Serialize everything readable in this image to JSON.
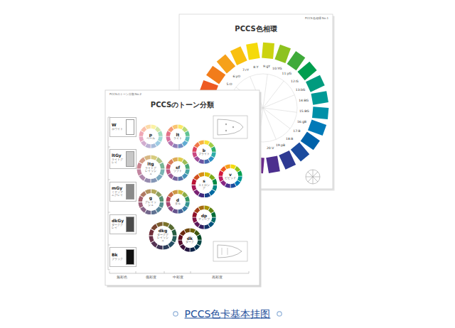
{
  "diagram": {
    "caption": "PCCS色卡基本挂图",
    "nodes": [
      {
        "text": [
          "PCCS色相環",
          "PCCS色相環 No.1"
        ]
      },
      {
        "text": [
          "PCCSのトーン分類",
          "PCCSのトーン分類 No.2"
        ]
      },
      {
        "text": [
          "W",
          "ホワイト"
        ],
        "in": 1
      },
      {
        "text": [
          "ltGy",
          "ライトグレイ"
        ],
        "in": 1
      },
      {
        "text": [
          "mGy",
          "ミディアムグレイ"
        ],
        "in": 1
      },
      {
        "text": [
          "dkGy",
          "ダークグレイ"
        ],
        "in": 1
      },
      {
        "text": [
          "Bk",
          "ブラック"
        ],
        "in": 1
      },
      {
        "text": [
          "p",
          "ペール"
        ],
        "in": 1
      },
      {
        "text": [
          "lt",
          "ライト"
        ],
        "in": 1
      },
      {
        "text": [
          "b",
          "ブライト"
        ],
        "in": 1
      },
      {
        "text": [
          "ltg",
          "ライトグレイッシュ"
        ],
        "in": 1
      },
      {
        "text": [
          "sf",
          "ソフト"
        ],
        "in": 1
      },
      {
        "text": [
          "s",
          "ストロング"
        ],
        "in": 1
      },
      {
        "text": [
          "v",
          "ビビッド"
        ],
        "in": 1
      },
      {
        "text": [
          "g",
          "グレイッシュ"
        ],
        "in": 1
      },
      {
        "text": [
          "d",
          "ダル"
        ],
        "in": 1
      },
      {
        "text": [
          "dp",
          "ディープ"
        ],
        "in": 1
      },
      {
        "text": [
          "dkg",
          "ダークグレイッシュ"
        ],
        "in": 1
      },
      {
        "text": [
          "dk",
          "ダーク"
        ],
        "in": 1
      }
    ],
    "labels": [
      "5:O",
      "6:yO",
      "7:rY",
      "8:Y",
      "9:gY",
      "10:YG",
      "11:yG",
      "12:G",
      "13:bG",
      "14:BG",
      "15:BG",
      "16:gB",
      "17:B",
      "18:B",
      "19:pB",
      "20:V",
      "無彩色",
      "低彩度",
      "中彩度",
      "高彩度"
    ]
  }
}
